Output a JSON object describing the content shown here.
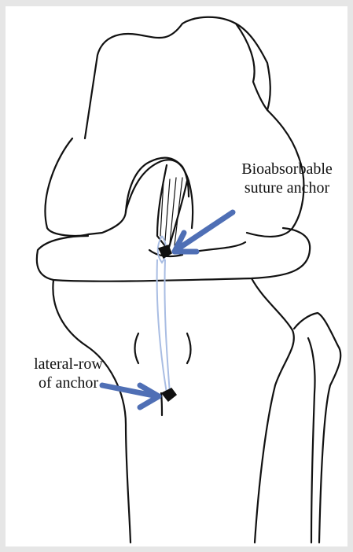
{
  "labels": {
    "anchor_top_line1": "Bioabsorbable",
    "anchor_top_line2": "suture anchor",
    "anchor_lateral_line1": "lateral-row",
    "anchor_lateral_line2": "of anchor"
  },
  "colors": {
    "background": "#e6e6e6",
    "panel": "#ffffff",
    "outline": "#111111",
    "arrow": "#4f6fb5",
    "suture": "#a9bde3"
  },
  "icons": [
    "knee-femur-outline",
    "tibia-outline",
    "fibula-outline",
    "suture-anchor-icon",
    "arrow-icon"
  ]
}
